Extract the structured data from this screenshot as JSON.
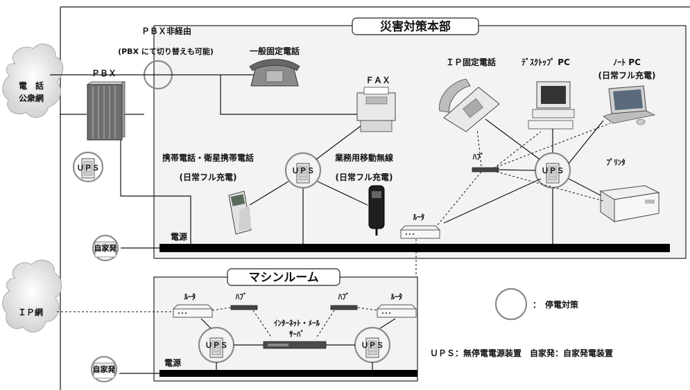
{
  "title_hq": "災害対策本部",
  "title_machine": "マシンルーム",
  "cloud_phone": [
    "電　話",
    "公衆網"
  ],
  "cloud_ip": "ＩＰ網",
  "pbx": "ＰＢＸ",
  "pbx_bypass": "ＰＢＸ非経由",
  "pbx_switch": "(PBX にて切り替えも可能)",
  "landline": "一般固定電話",
  "fax": "ＦＡＸ",
  "ip_phone": "ＩＰ固定電話",
  "desktop_pc": "ﾃﾞｽｸﾄｯﾌﾟ PC",
  "notebook_pc": [
    "ﾉｰﾄ PC",
    "(日常フル充電)"
  ],
  "mobile_phone": [
    "携帯電話・衛星携帯電話",
    "(日常フル充電)"
  ],
  "business_radio": [
    "業務用移動無線",
    "(日常フル充電)"
  ],
  "hub": "ﾊﾌﾞ",
  "printer": "ﾌﾟﾘﾝﾀ",
  "router": "ﾙｰﾀ",
  "power": "電源",
  "generator": "自家発",
  "ups": "ＵＰＳ",
  "server": [
    "ｲﾝﾀｰﾈｯﾄ・ﾒｰﾙ",
    "ｻｰﾊﾞ"
  ],
  "legend": {
    "ring_meaning": "：　停電対策",
    "abbreviations": "ＵＰＳ：無停電電源装置　自家発：自家発電装置"
  }
}
